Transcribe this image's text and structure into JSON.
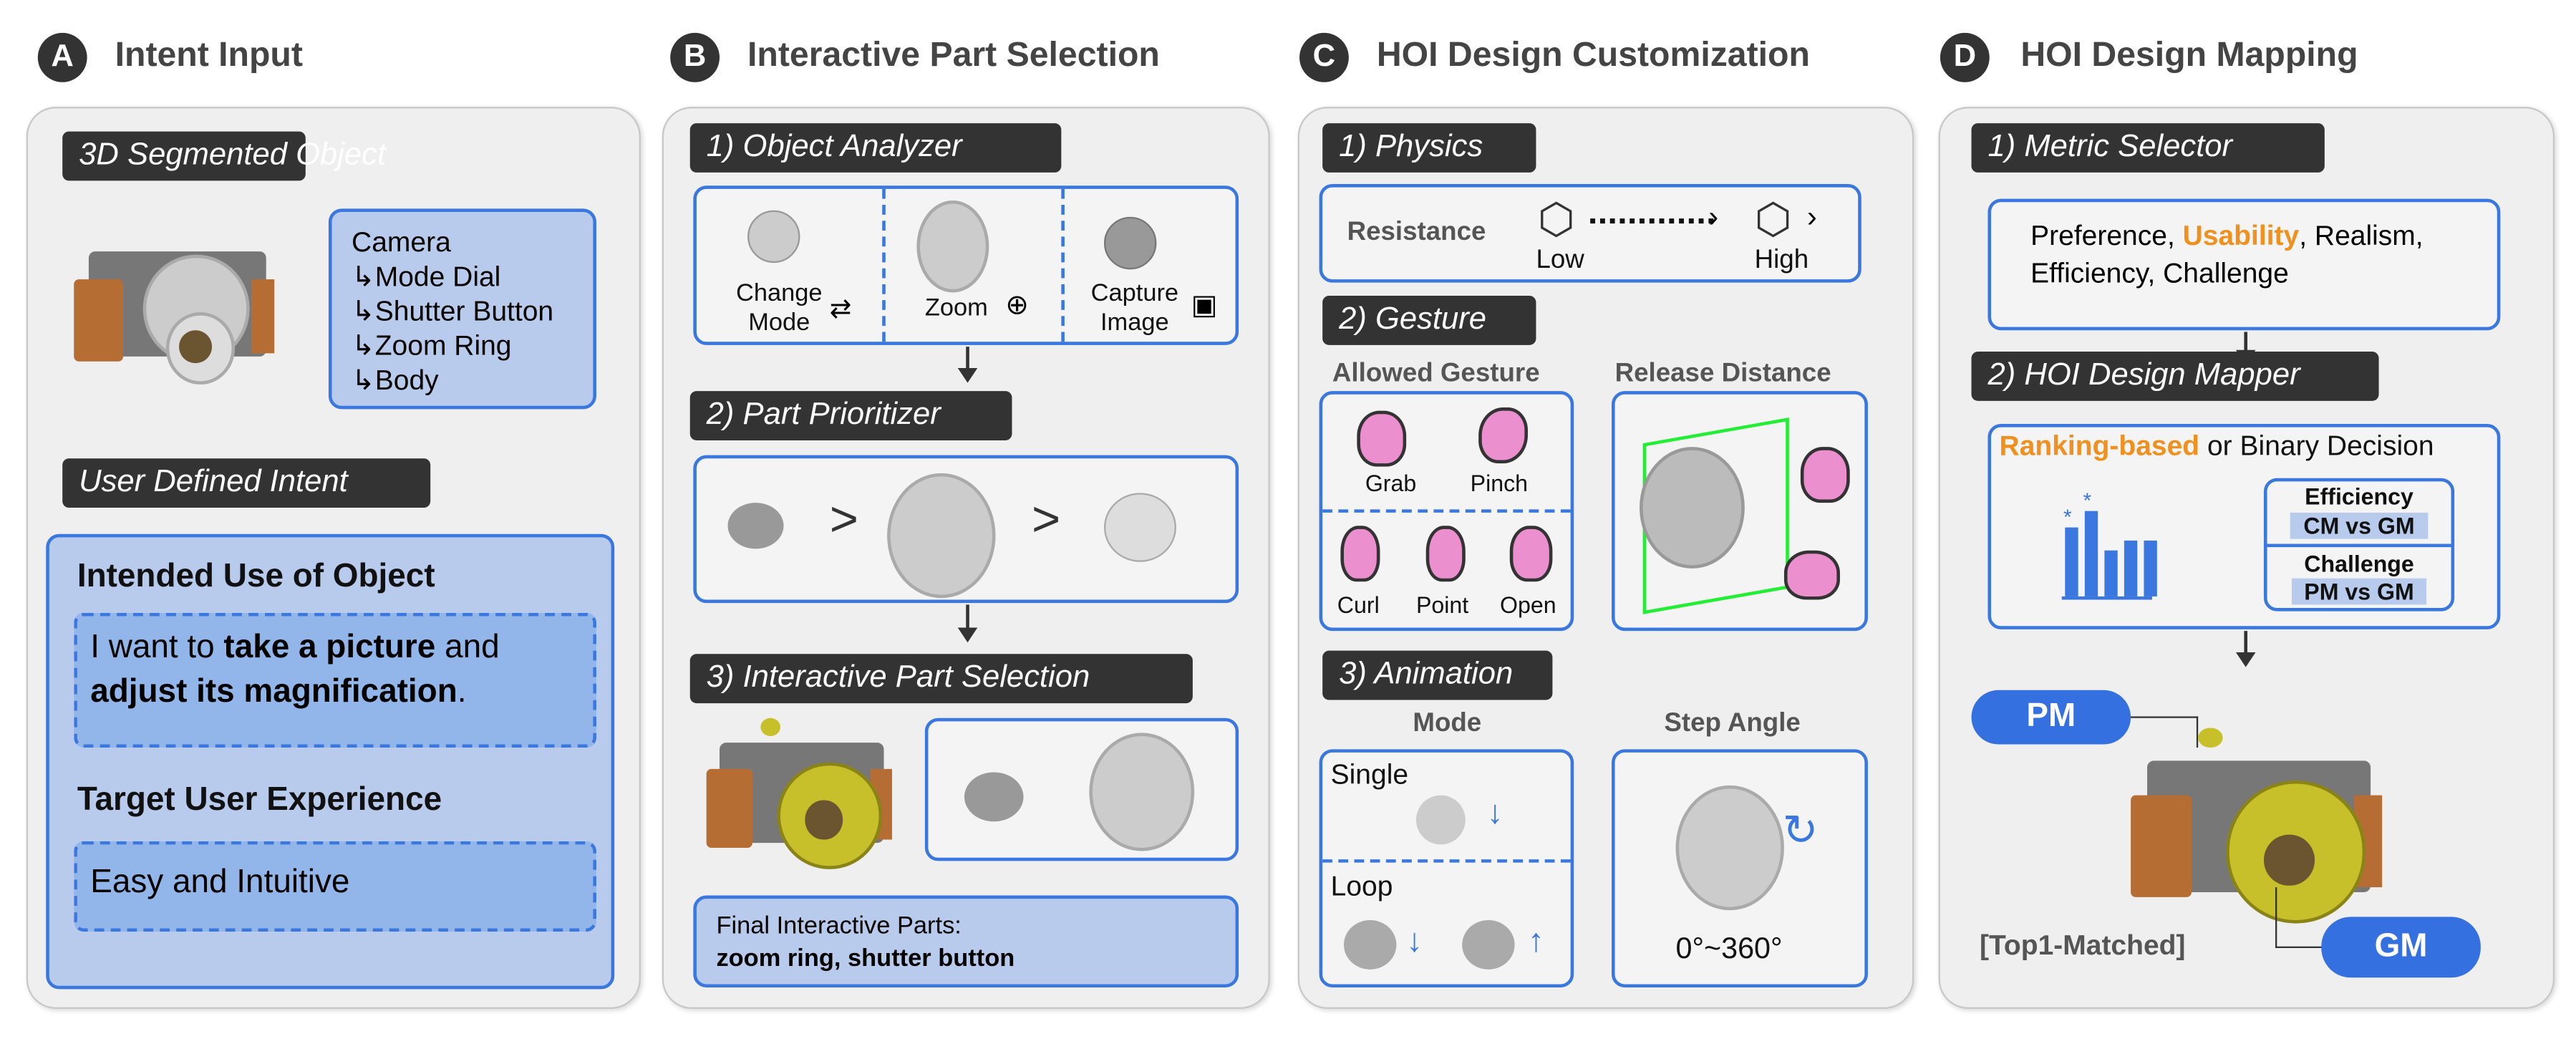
{
  "colors": {
    "accent_blue": "#3a78e0",
    "box_fill": "#b8cbed",
    "highlight_orange": "#f0901e",
    "pill_dark": "#333333",
    "hand_pink": "#ec8fcf",
    "release_green": "#22ee33",
    "lens_yellow": "#c8c02a"
  },
  "sections": {
    "a": {
      "letter": "A",
      "title": "Intent Input",
      "segmented_label": "3D Segmented Object",
      "tree": [
        "Camera",
        "↳Mode Dial",
        "↳Shutter Button",
        "↳Zoom Ring",
        "↳Body"
      ],
      "intent_label": "User Defined Intent",
      "use_heading": "Intended Use of Object",
      "use_text": {
        "p1": "I want to ",
        "b1": "take a picture",
        "p2": " and ",
        "b2": "adjust its magnification",
        "p3": "."
      },
      "ux_heading": "Target User Experience",
      "ux_text": "Easy and Intuitive"
    },
    "b": {
      "letter": "B",
      "title": "Interactive Part Selection",
      "analyzer_label": "1) Object Analyzer",
      "analyzer_items": [
        {
          "label": "Change\nMode",
          "icon": "swap-icon"
        },
        {
          "label": "Zoom",
          "icon": "zoom-in-icon"
        },
        {
          "label": "Capture\nImage",
          "icon": "image-icon"
        }
      ],
      "prioritizer_label": "2) Part Prioritizer",
      "selection_label": "3) Interactive Part Selection",
      "final_heading": "Final Interactive Parts:",
      "final_parts": "zoom ring, shutter button"
    },
    "c": {
      "letter": "C",
      "title": "HOI Design Customization",
      "physics_label": "1) Physics",
      "resistance": "Resistance",
      "low": "Low",
      "high": "High",
      "gesture_label": "2) Gesture",
      "allowed_gesture": "Allowed Gesture",
      "release_distance": "Release Distance",
      "gestures": [
        "Grab",
        "Pinch",
        "Curl",
        "Point",
        "Open"
      ],
      "animation_label": "3) Animation",
      "mode": "Mode",
      "step_angle": "Step Angle",
      "modes": [
        "Single",
        "Loop"
      ],
      "angle_range": "0°~360°"
    },
    "d": {
      "letter": "D",
      "title": "HOI Design Mapping",
      "metric_label": "1) Metric Selector",
      "metrics": {
        "m1": "Preference, ",
        "m2": "Usability",
        "m3": ", Realism,",
        "m4": "Efficiency, Challenge"
      },
      "mapper_label": "2) HOI Design Mapper",
      "decision": {
        "ranking": "Ranking-based",
        "rest": " or Binary Decision"
      },
      "comparisons": [
        {
          "metric": "Efficiency",
          "pair": "CM vs GM"
        },
        {
          "metric": "Challenge",
          "pair": "PM vs GM"
        }
      ],
      "pm": "PM",
      "gm": "GM",
      "matched": "[Top1-Matched]"
    }
  }
}
